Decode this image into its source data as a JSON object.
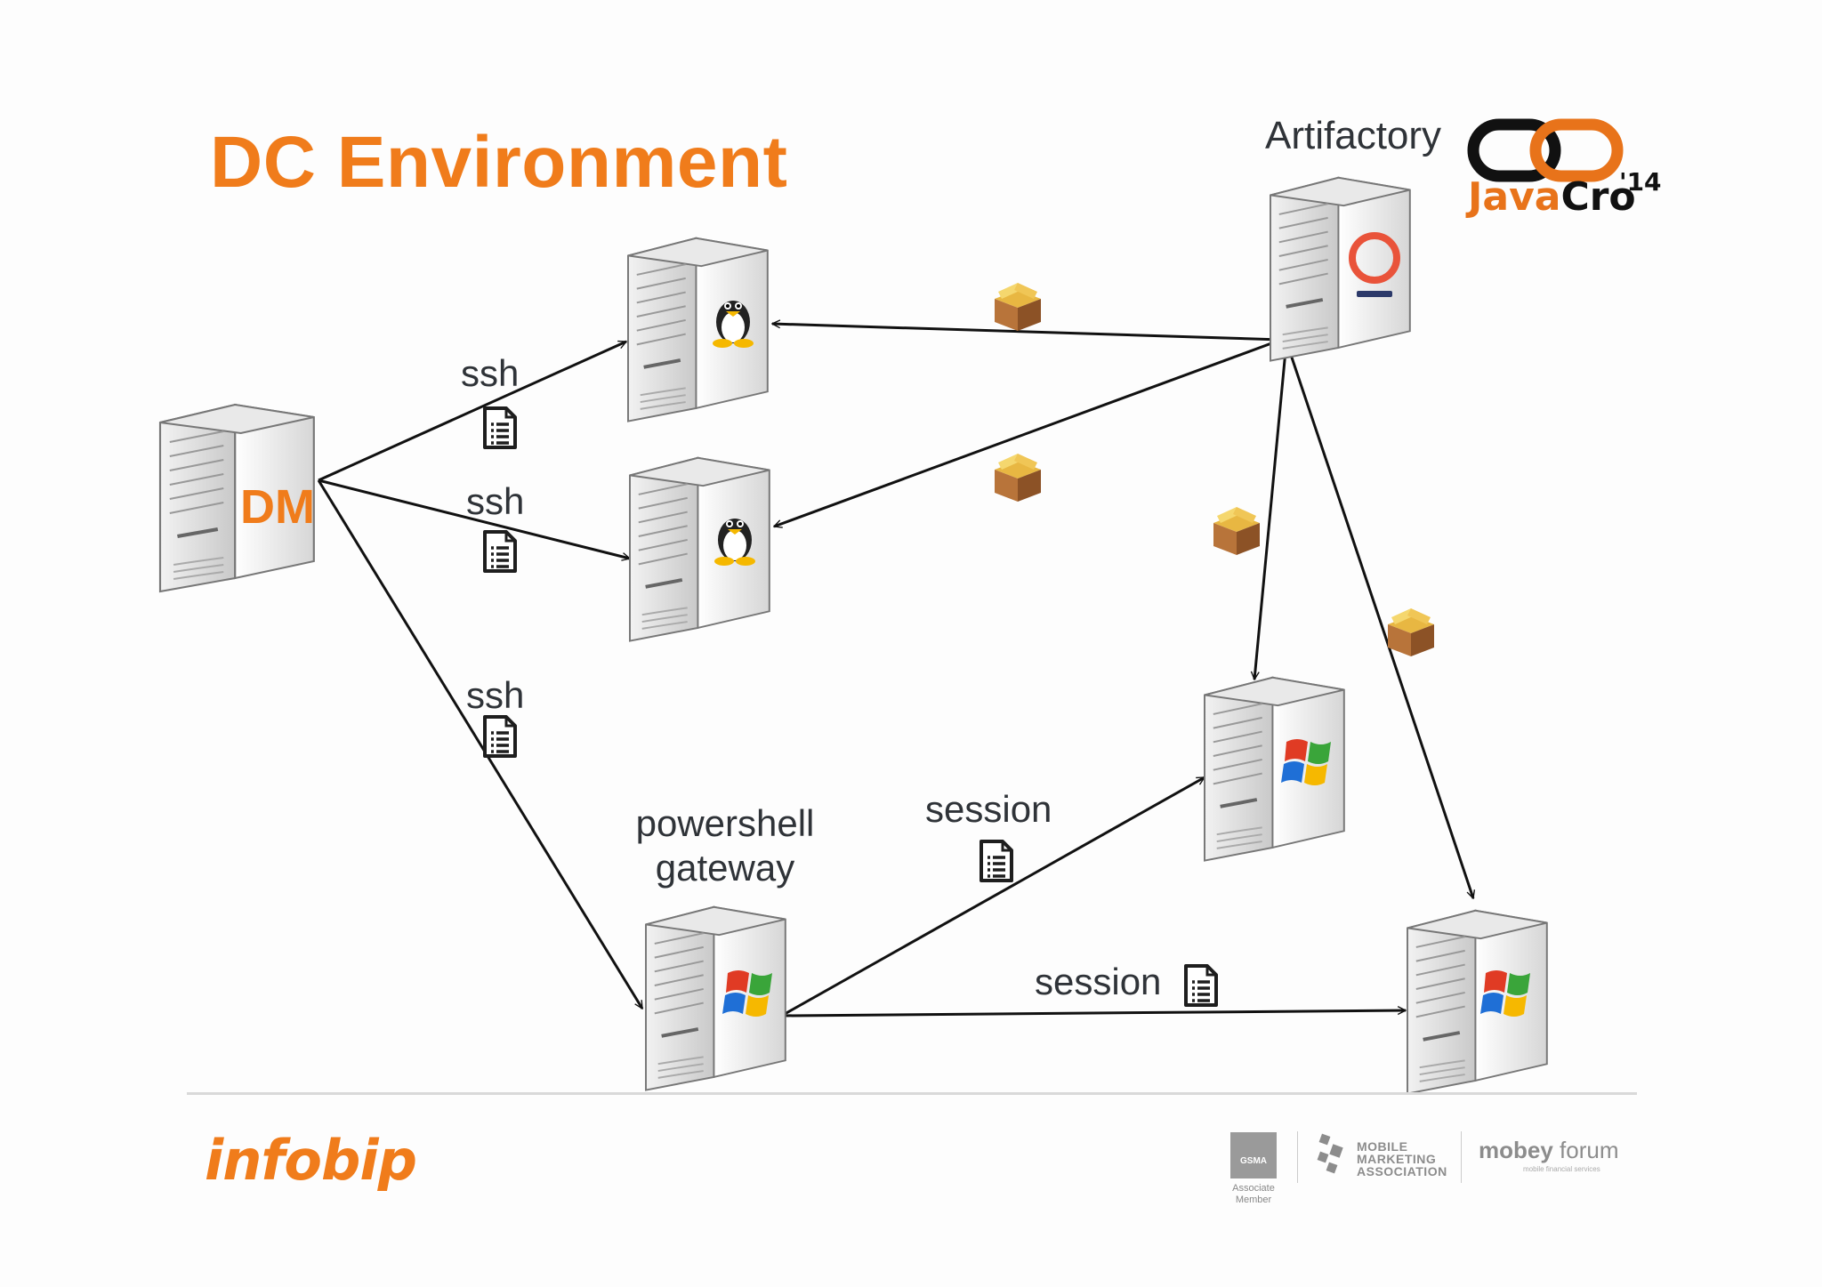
{
  "title": "DC Environment",
  "labels": {
    "artifactory": "Artifactory",
    "ssh_1": "ssh",
    "ssh_2": "ssh",
    "ssh_3": "ssh",
    "powershell_line1": "powershell",
    "powershell_line2": "gateway",
    "session_1": "session",
    "session_2": "session"
  },
  "dm_badge": "DM",
  "branding": {
    "javacro_java": "Java",
    "javacro_cro": "Cro",
    "javacro_year": "'14",
    "infobip": "infobip",
    "gsma": "GSMA",
    "gsma_sub": "Associate\nMember",
    "mma": "MOBILE\nMARKETING\nASSOCIATION",
    "mobey_bold": "mobey",
    "mobey_rest": " forum",
    "mobey_sub": "mobile financial services"
  },
  "colors": {
    "accent_orange": "#f07c1b",
    "text_dark": "#2f3338",
    "arrow": "#111111"
  },
  "icons": {
    "server": "server-tower-icon",
    "linux": "tux-penguin-icon",
    "windows": "windows-flag-icon",
    "package": "package-box-icon",
    "document": "document-icon",
    "artifactory_logo": "artifactory-logo-icon"
  }
}
